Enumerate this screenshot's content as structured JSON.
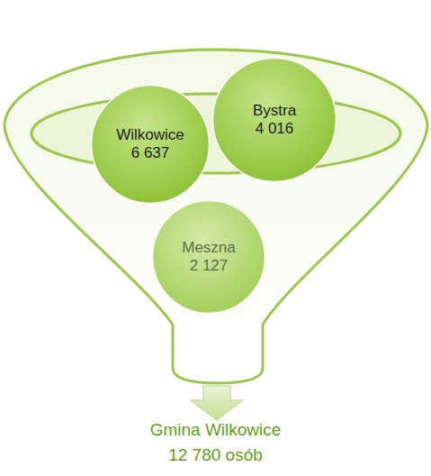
{
  "diagram": {
    "nodes": [
      {
        "text": [
          "Wilkowice",
          "6 637"
        ]
      },
      {
        "text": [
          "Bystra",
          "4 016"
        ]
      },
      {
        "text": [
          "Meszna",
          "2 127"
        ]
      }
    ],
    "labels": [
      "Gmina Wilkowice",
      "12 780 osób"
    ]
  }
}
